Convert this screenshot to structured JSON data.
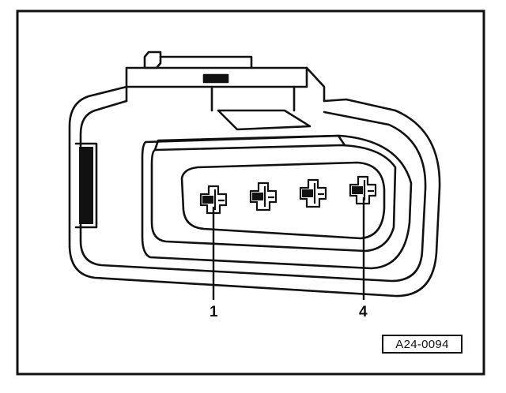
{
  "callouts": {
    "pin_first": "1",
    "pin_last": "4"
  },
  "figure_id": "A24-0094",
  "connector": {
    "pin_count": 4
  },
  "colors": {
    "ink": "#111111",
    "paper": "#ffffff"
  }
}
